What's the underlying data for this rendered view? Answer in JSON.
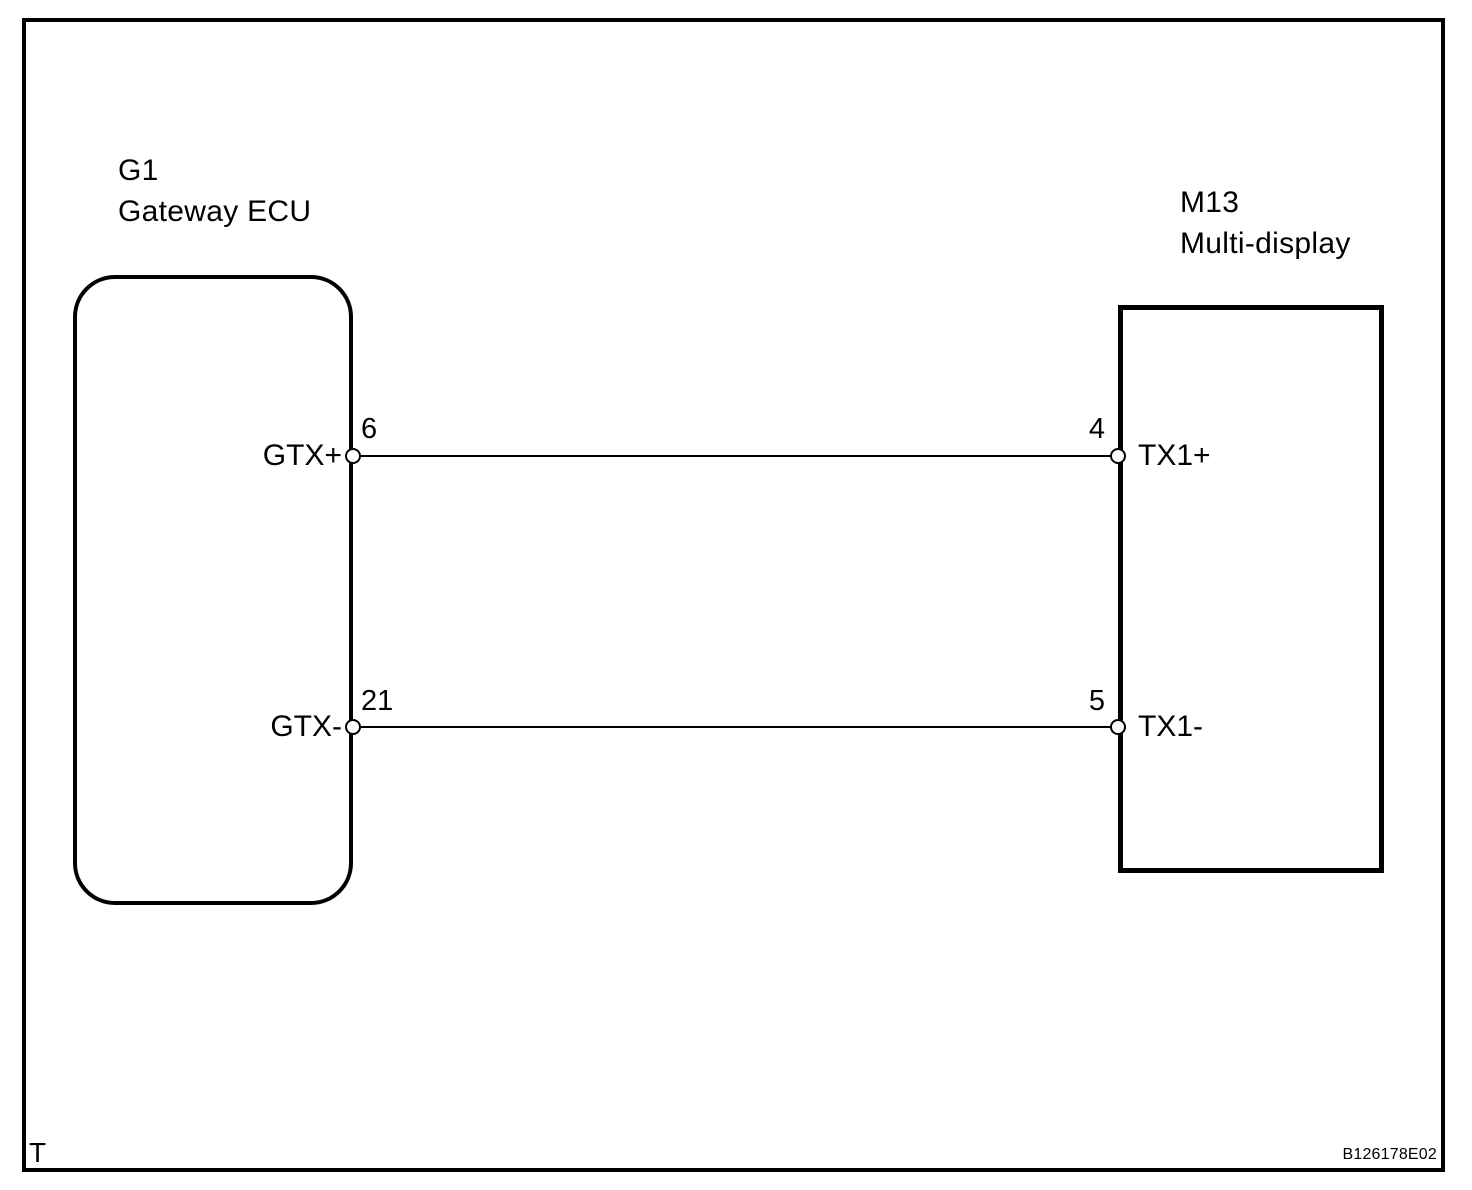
{
  "diagram": {
    "type": "wiring-schematic",
    "corner_label": "T",
    "figure_code": "B126178E02",
    "colors": {
      "line": "#000000",
      "background": "#ffffff"
    },
    "left_component": {
      "id": "G1",
      "name": "Gateway ECU",
      "pins": [
        {
          "number": "6",
          "label": "GTX+"
        },
        {
          "number": "21",
          "label": "GTX-"
        }
      ]
    },
    "right_component": {
      "id": "M13",
      "name": "Multi-display",
      "pins": [
        {
          "number": "4",
          "label": "TX1+"
        },
        {
          "number": "5",
          "label": "TX1-"
        }
      ]
    },
    "wires": [
      {
        "from": "G1 pin 6 GTX+",
        "to": "M13 pin 4 TX1+"
      },
      {
        "from": "G1 pin 21 GTX-",
        "to": "M13 pin 5 TX1-"
      }
    ]
  }
}
